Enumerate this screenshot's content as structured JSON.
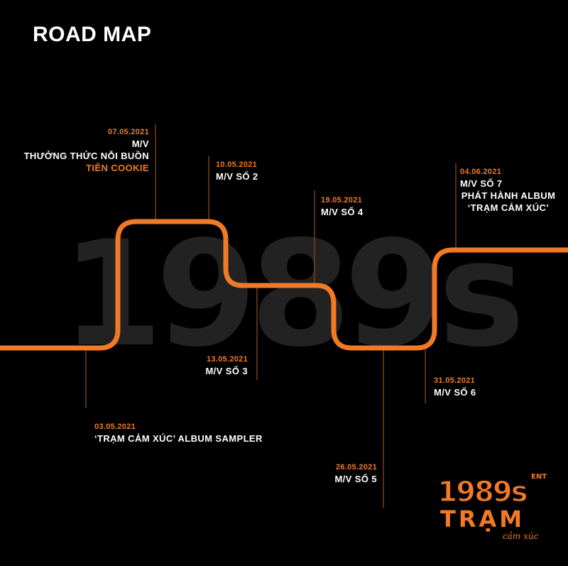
{
  "header": {
    "title": "ROAD MAP"
  },
  "watermark": {
    "text": "1989s"
  },
  "colors": {
    "accent": "#f07a25",
    "background": "#000000",
    "watermark": "#222222",
    "text": "#ffffff"
  },
  "events": [
    {
      "date": "03.05.2021",
      "lines": [
        "‘TRẠM CẢM XÚC’ ALBUM SAMPLER"
      ]
    },
    {
      "date": "07.05.2021",
      "lines": [
        "M/V",
        "THƯỞNG THỨC NỖI BUỒN"
      ],
      "highlight": "TIÊN COOKIE"
    },
    {
      "date": "10.05.2021",
      "lines": [
        "M/V SỐ 2"
      ]
    },
    {
      "date": "13.05.2021",
      "lines": [
        "M/V SỐ 3"
      ]
    },
    {
      "date": "19.05.2021",
      "lines": [
        "M/V SỐ 4"
      ]
    },
    {
      "date": "26.05.2021",
      "lines": [
        "M/V SỐ 5"
      ]
    },
    {
      "date": "31.05.2021",
      "lines": [
        "M/V SỐ 6"
      ]
    },
    {
      "date": "04.06.2021",
      "lines": [
        "M/V SỐ 7",
        "PHÁT HÀNH ALBUM",
        "‘TRẠM CẢM XÚC’"
      ]
    }
  ],
  "logo": {
    "brand": "1989s",
    "ent": "ENT",
    "name": "TRẠM",
    "subtitle": "cảm xúc"
  }
}
